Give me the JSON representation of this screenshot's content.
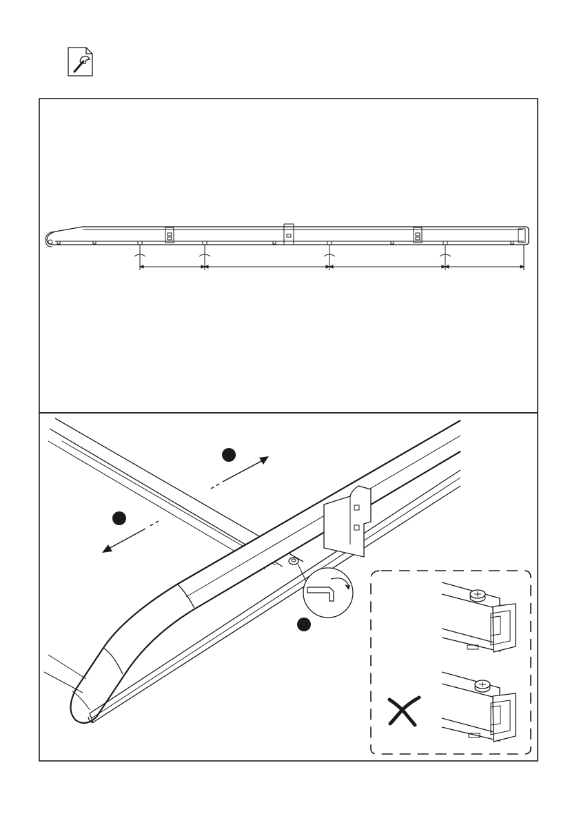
{
  "colors": {
    "ink": "#1a1a1a",
    "paper": "#ffffff"
  },
  "header": {
    "icon": "tool-document-icon"
  },
  "panel_top": {
    "illustration": "roof-rail-overview"
  },
  "panel_bottom": {
    "illustration": "rail-crossbar-detail",
    "step_markers": [
      "step-marker-a",
      "step-marker-b",
      "step-marker-c"
    ],
    "inset": "clamp-orientation-inset",
    "wrong_mark_icon": "cross-mark-icon"
  }
}
